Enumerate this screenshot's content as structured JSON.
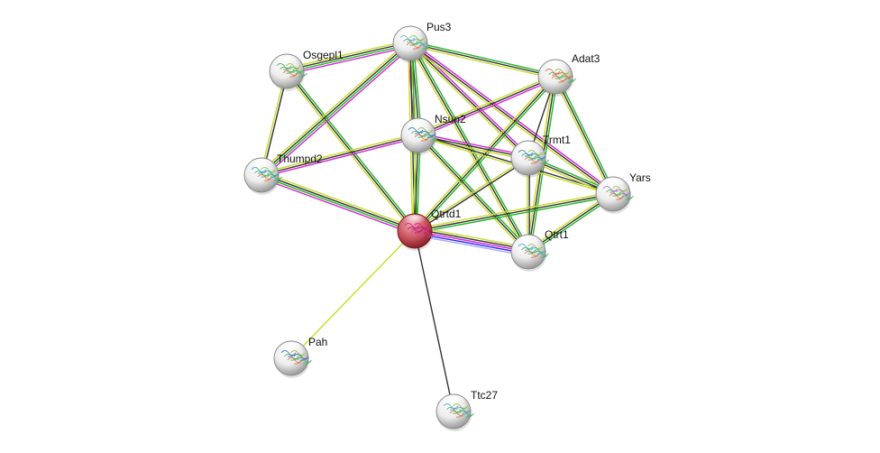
{
  "diagram": {
    "type": "protein-interaction-network",
    "query_node": "Qtrtd1",
    "edge_colors": {
      "textmining": "#c8dc28",
      "coexpression": "#333333",
      "experiments": "#d926d9",
      "database": "#30c8c8",
      "neighborhood": "#22b822",
      "cooccurrence": "#2222ff",
      "homology": "#a8a8ff"
    },
    "node_colors": {
      "query": "#c0505a",
      "default": "#e8e8e8"
    },
    "nodes": [
      {
        "id": "Pus3",
        "label": "Pus3",
        "query": false,
        "art": "#6fa8dc"
      },
      {
        "id": "Osgepl1",
        "label": "Osgepl1",
        "query": false,
        "art": "#4caf50"
      },
      {
        "id": "Adat3",
        "label": "Adat3",
        "query": false,
        "art": "#e06030"
      },
      {
        "id": "Nsun2",
        "label": "Nsun2",
        "query": false,
        "art": "#3070d0"
      },
      {
        "id": "Trmt1",
        "label": "Trmt1",
        "query": false,
        "art": "#2a80c0"
      },
      {
        "id": "Thumpd2",
        "label": "Thumpd2",
        "query": false,
        "art": "#20a0c0"
      },
      {
        "id": "Yars",
        "label": "Yars",
        "query": false,
        "art": "#b070d0"
      },
      {
        "id": "Qtrtd1",
        "label": "Qtrtd1",
        "query": true,
        "art": "#d02090"
      },
      {
        "id": "Qtrt1",
        "label": "Qtrt1",
        "query": false,
        "art": "#30b0c0"
      },
      {
        "id": "Pah",
        "label": "Pah",
        "query": false,
        "art": "#4060c0"
      },
      {
        "id": "Ttc27",
        "label": "Ttc27",
        "query": false,
        "art": "#50a0d0"
      }
    ],
    "edges": [
      {
        "source": "Osgepl1",
        "target": "Pus3",
        "evidence": [
          "textmining",
          "coexpression",
          "neighborhood",
          "experiments"
        ]
      },
      {
        "source": "Osgepl1",
        "target": "Thumpd2",
        "evidence": [
          "coexpression",
          "textmining"
        ]
      },
      {
        "source": "Osgepl1",
        "target": "Qtrtd1",
        "evidence": [
          "neighborhood",
          "coexpression",
          "textmining"
        ]
      },
      {
        "source": "Pus3",
        "target": "Thumpd2",
        "evidence": [
          "experiments",
          "neighborhood",
          "coexpression",
          "textmining"
        ]
      },
      {
        "source": "Pus3",
        "target": "Adat3",
        "evidence": [
          "neighborhood",
          "coexpression",
          "textmining"
        ]
      },
      {
        "source": "Pus3",
        "target": "Nsun2",
        "evidence": [
          "neighborhood",
          "coexpression",
          "textmining",
          "experiments"
        ]
      },
      {
        "source": "Pus3",
        "target": "Qtrtd1",
        "evidence": [
          "neighborhood",
          "coexpression",
          "textmining"
        ]
      },
      {
        "source": "Pus3",
        "target": "Trmt1",
        "evidence": [
          "experiments",
          "coexpression",
          "textmining"
        ]
      },
      {
        "source": "Pus3",
        "target": "Yars",
        "evidence": [
          "experiments",
          "coexpression",
          "textmining"
        ]
      },
      {
        "source": "Pus3",
        "target": "Qtrt1",
        "evidence": [
          "neighborhood",
          "coexpression",
          "textmining"
        ]
      },
      {
        "source": "Adat3",
        "target": "Nsun2",
        "evidence": [
          "experiments",
          "coexpression",
          "textmining"
        ]
      },
      {
        "source": "Adat3",
        "target": "Trmt1",
        "evidence": [
          "coexpression"
        ]
      },
      {
        "source": "Adat3",
        "target": "Yars",
        "evidence": [
          "neighborhood",
          "coexpression",
          "textmining"
        ]
      },
      {
        "source": "Adat3",
        "target": "Qtrtd1",
        "evidence": [
          "neighborhood",
          "coexpression",
          "textmining"
        ]
      },
      {
        "source": "Adat3",
        "target": "Qtrt1",
        "evidence": [
          "neighborhood",
          "coexpression",
          "textmining"
        ]
      },
      {
        "source": "Nsun2",
        "target": "Thumpd2",
        "evidence": [
          "experiments",
          "coexpression",
          "textmining"
        ]
      },
      {
        "source": "Nsun2",
        "target": "Trmt1",
        "evidence": [
          "experiments",
          "coexpression",
          "textmining"
        ]
      },
      {
        "source": "Nsun2",
        "target": "Qtrtd1",
        "evidence": [
          "neighborhood",
          "coexpression",
          "textmining"
        ]
      },
      {
        "source": "Nsun2",
        "target": "Qtrt1",
        "evidence": [
          "neighborhood",
          "coexpression",
          "textmining"
        ]
      },
      {
        "source": "Nsun2",
        "target": "Yars",
        "evidence": [
          "coexpression",
          "textmining"
        ]
      },
      {
        "source": "Thumpd2",
        "target": "Qtrtd1",
        "evidence": [
          "textmining",
          "coexpression",
          "neighborhood",
          "experiments"
        ]
      },
      {
        "source": "Trmt1",
        "target": "Qtrtd1",
        "evidence": [
          "coexpression",
          "textmining"
        ]
      },
      {
        "source": "Trmt1",
        "target": "Qtrt1",
        "evidence": [
          "coexpression",
          "textmining"
        ]
      },
      {
        "source": "Trmt1",
        "target": "Yars",
        "evidence": [
          "neighborhood",
          "coexpression",
          "textmining"
        ]
      },
      {
        "source": "Yars",
        "target": "Qtrtd1",
        "evidence": [
          "neighborhood",
          "coexpression",
          "textmining"
        ]
      },
      {
        "source": "Yars",
        "target": "Qtrt1",
        "evidence": [
          "neighborhood",
          "coexpression",
          "textmining"
        ]
      },
      {
        "source": "Qtrtd1",
        "target": "Qtrt1",
        "evidence": [
          "textmining",
          "coexpression",
          "experiments",
          "cooccurrence",
          "homology"
        ]
      },
      {
        "source": "Qtrtd1",
        "target": "Pah",
        "evidence": [
          "textmining"
        ]
      },
      {
        "source": "Qtrtd1",
        "target": "Ttc27",
        "evidence": [
          "coexpression"
        ]
      }
    ]
  }
}
